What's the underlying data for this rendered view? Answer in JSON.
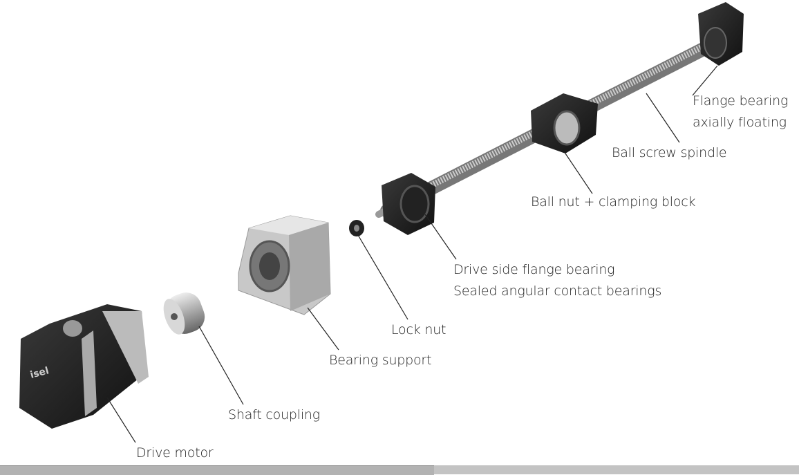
{
  "labels": {
    "flange_bearing_1": "Flange bearing",
    "flange_bearing_2": "axially floating",
    "ball_screw_spindle": "Ball screw spindle",
    "ball_nut": "Ball nut + clamping block",
    "drive_side_1": "Drive side flange bearing",
    "drive_side_2": "Sealed angular contact bearings",
    "lock_nut": "Lock nut",
    "bearing_support": "Bearing support",
    "shaft_coupling": "Shaft coupling",
    "drive_motor": "Drive motor"
  },
  "motor_brand": "isel"
}
